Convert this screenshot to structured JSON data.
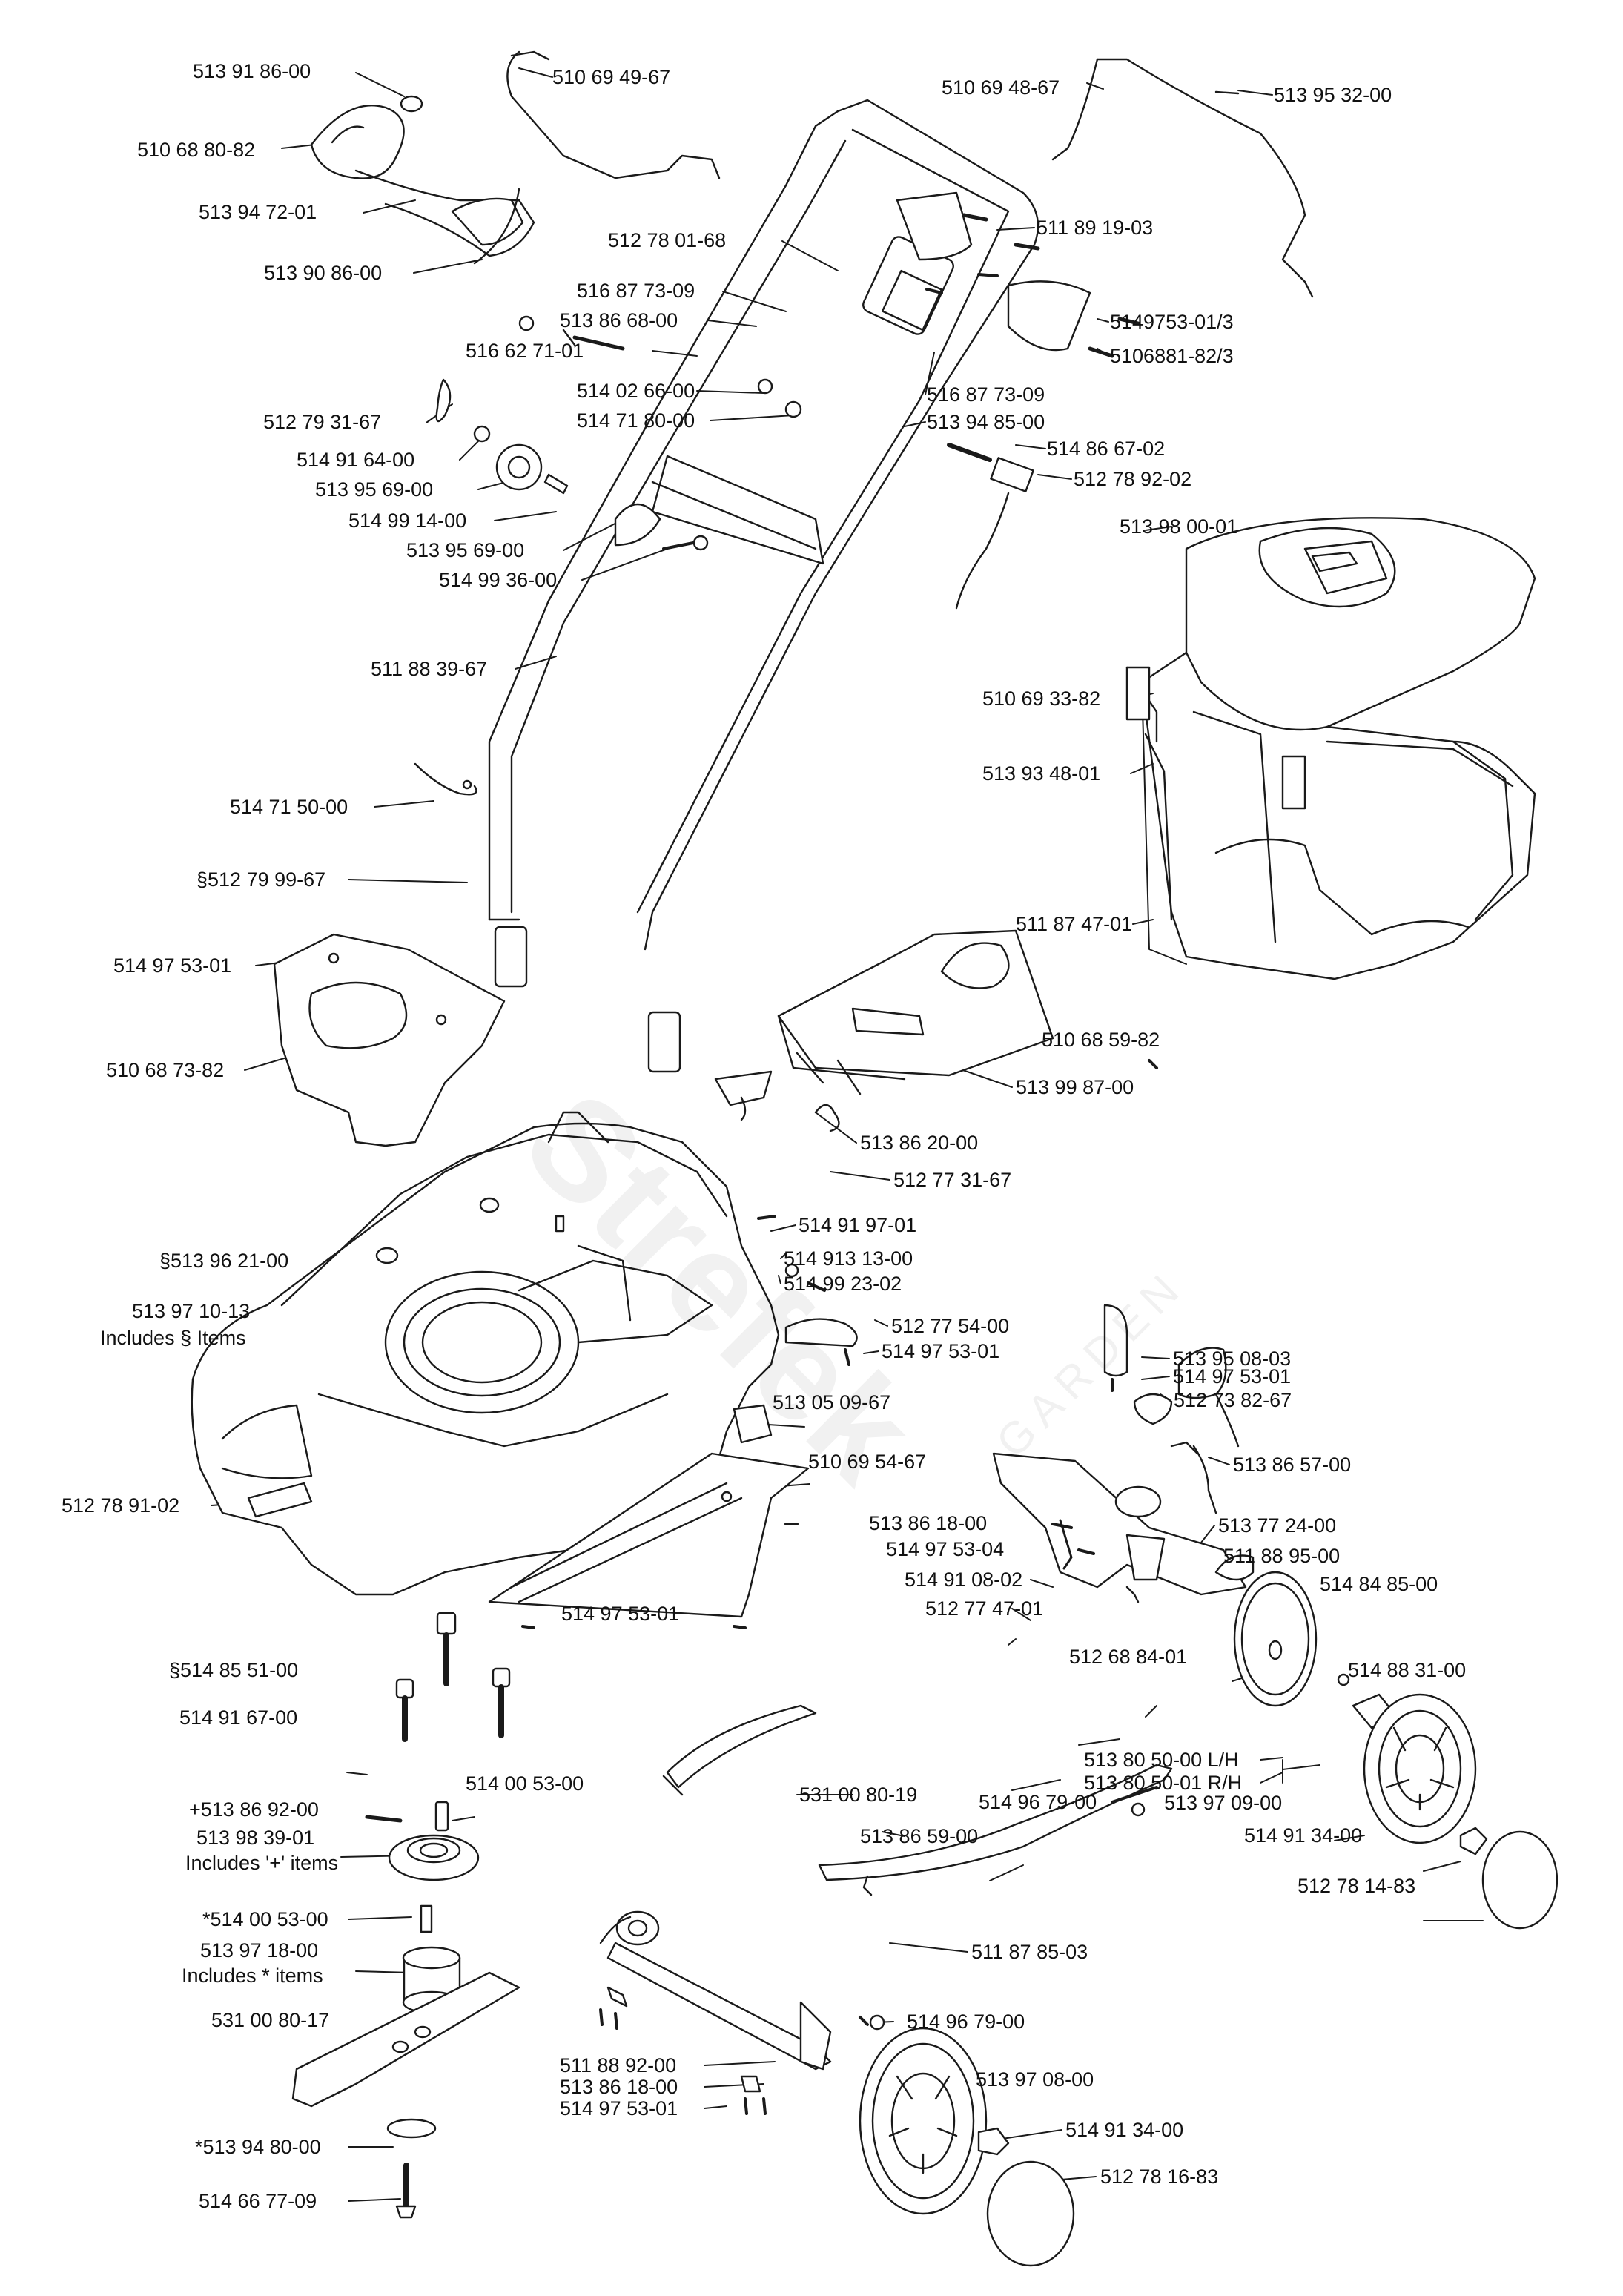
{
  "labels": {
    "p51391860": "513 91 86-00",
    "p51069496": "510 69 49-67",
    "p51069486": "510 69 48-67",
    "p51395320": "513 95 32-00",
    "p51068808": "510 68 80-82",
    "p51394720": "513 94 72-01",
    "p51390860": "513 90 86-00",
    "p51278016": "512 78 01-68",
    "p51189190": "511 89 19-03",
    "p51687730a": "516 87 73-09",
    "p51386680": "513 86 68-00",
    "p5149753": "5149753-01/3",
    "p51662710": "516 62 71-01",
    "p5106881": "5106881-82/3",
    "p51402660": "514 02 66-00",
    "p51687730b": "516 87 73-09",
    "p51279316": "512 79 31-67",
    "p51471800": "514 71 80-00",
    "p51394850": "513 94 85-00",
    "p51491640": "514 91 64-00",
    "p51486670": "514 86 67-02",
    "p51395690a": "513 95 69-00",
    "p51278922": "512 78 92-02",
    "p51499140": "514 99 14-00",
    "p51398000": "513 98 00-01",
    "p51395690b": "513 95 69-00",
    "p51499360": "514 99 36-00",
    "p51188396": "511 88 39-67",
    "p51069338": "510 69 33-82",
    "p51393480": "513 93 48-01",
    "p51471500": "514 71 50-00",
    "p51279996": "§512 79 99-67",
    "p51187470": "511 87 47-01",
    "p51497530a": "514 97 53-01",
    "p51068598": "510 68 59-82",
    "p51068738": "510 68 73-82",
    "p51399870": "513 99 87-00",
    "p51386200": "513 86 20-00",
    "p51277316": "512 77 31-67",
    "p51491970": "514 91 97-01",
    "p51396210": "§513 96 21-00",
    "p51491313": "514 913 13-00",
    "p51499230": "514 99 23-02",
    "p51397101": "513 97 10-13",
    "p51397101b": "Includes § Items",
    "p51277540": "512 77 54-00",
    "p51395080": "513 95 08-03",
    "p51497530b": "514 97 53-01",
    "p51497530c": "514 97 53-01",
    "p51305096": "513 05 09-67",
    "p51273826": "512 73 82-67",
    "p51069546": "510 69 54-67",
    "p51386570": "513 86 57-00",
    "p51278910": "512 78 91-02",
    "p51386180a": "513 86 18-00",
    "p51377240": "513 77 24-00",
    "p51497534": "514 97 53-04",
    "p51188950": "511 88 95-00",
    "p51491080": "514 91 08-02",
    "p51484850": "514 84 85-00",
    "p51277470": "512 77 47-01",
    "p51497530d": "514 97 53-01",
    "p51268840": "512 68 84-01",
    "p51485510": "§514 85 51-00",
    "p51488310": "514 88 31-00",
    "p51491670": "514 91 67-00",
    "p51380500": "513 80 50-00 L/H",
    "p51380501": "513 80 50-01 R/H",
    "p53100801": "531 00 80-19",
    "p51400530": "514 00 53-00",
    "p51386920": "+513 86 92-00",
    "p51496790a": "514 96 79-00",
    "p51397090": "513 97 09-00",
    "p51398390": "513 98 39-01",
    "p51398390b": "Includes '+' items",
    "p51386590": "513 86 59-00",
    "p51491340a": "514 91 34-00",
    "p51278148": "512 78 14-83",
    "p51400530b": "*514 00 53-00",
    "p51397180": "513 97 18-00",
    "p51397180b": "Includes  *  items",
    "p51187850": "511 87 85-03",
    "p53100807": "531 00  80-17",
    "p51496790b": "514 96 79-00",
    "p51188920": "511 88 92-00",
    "p51386180b": "513 86 18-00",
    "p51397080": "513 97  08-00",
    "p51497530e": "514 97 53-01",
    "p51491340b": "514 91 34-00",
    "p51394800": "*513 94 80-00",
    "p51278168": "512 78 16-83",
    "p51466770": "514 66 77-09"
  },
  "watermark": {
    "brand": "Strefek",
    "sub": "GARDEN"
  },
  "colors": {
    "line": "#1a1a1a",
    "paper": "#ffffff"
  }
}
